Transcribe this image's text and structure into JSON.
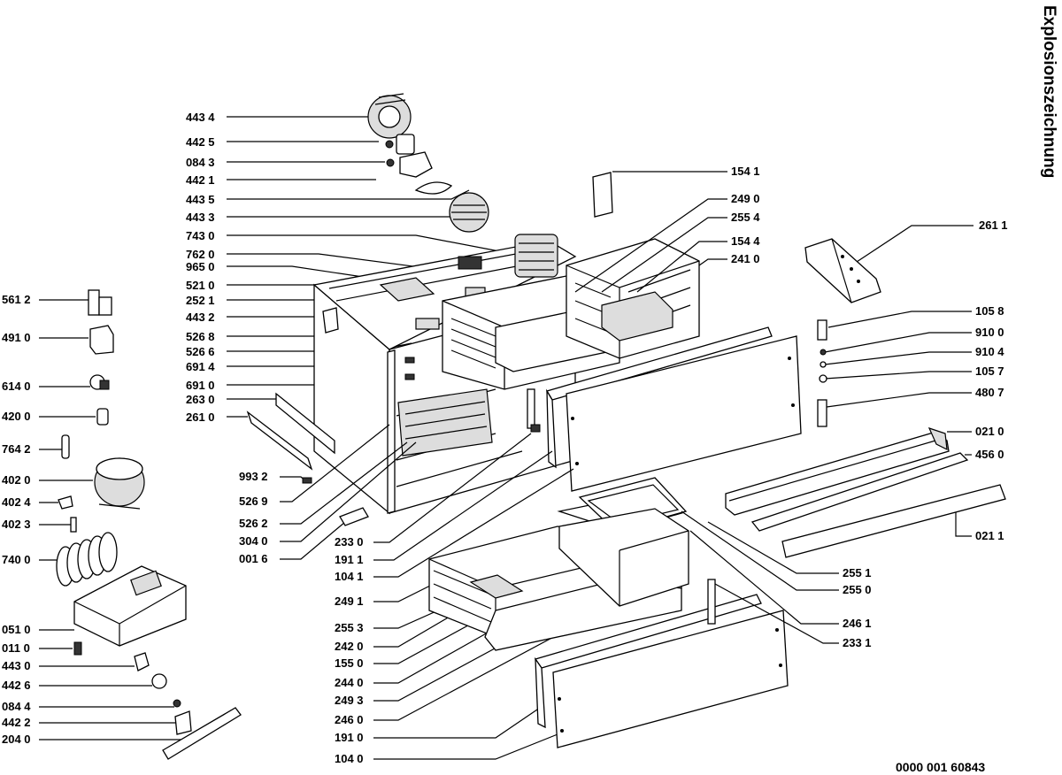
{
  "title": "Explosionszeichnung",
  "drawing_number": "0000 001 60843",
  "labels_left": [
    "561 2",
    "491 0",
    "614 0",
    "420 0",
    "764 2",
    "402 0",
    "402 4",
    "402 3",
    "740 0",
    "051 0",
    "011 0",
    "443 0",
    "442 6",
    "084 4",
    "442 2",
    "204 0"
  ],
  "labels_upper_left": [
    "443 4",
    "442 5",
    "084 3",
    "442 1",
    "443 5",
    "443 3",
    "743 0",
    "762 0",
    "965 0",
    "521 0",
    "252 1",
    "443 2",
    "526 8",
    "526 6",
    "691 4",
    "691 0",
    "263 0",
    "261 0"
  ],
  "labels_center_left": [
    "993 2",
    "526 9",
    "526 2",
    "304 0",
    "001 6"
  ],
  "labels_center": [
    "233 0",
    "191 1",
    "104 1",
    "249 1",
    "255 3",
    "242 0",
    "155 0",
    "244 0",
    "249 3",
    "246 0",
    "191 0",
    "104 0"
  ],
  "labels_upper_right": [
    "154 1",
    "249 0",
    "255 4",
    "154 4",
    "241 0"
  ],
  "labels_right": [
    "261 1",
    "105 8",
    "910 0",
    "910 4",
    "105 7",
    "480 7",
    "021 0",
    "456 0",
    "021 1"
  ],
  "labels_lower_right": [
    "255 1",
    "255 0",
    "246 1",
    "233 1"
  ]
}
